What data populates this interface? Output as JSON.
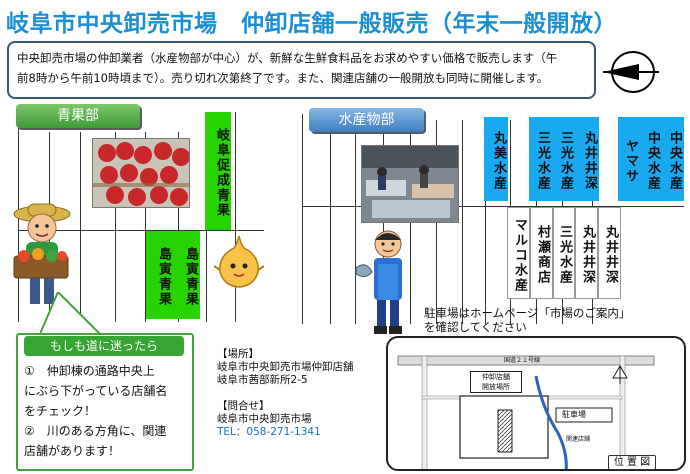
{
  "title": "岐阜市中央卸売市場　仲卸店舗一般販売（年末一般開放）",
  "intro": {
    "line1": "中央卸売市場の仲卸業者（水産物部が中心）が、新鮮な生鮮食料品をお求めやすい価格で販売します（午",
    "line2": "前8時から午前10時頃まで）。売り切れ次第終了です。また、関連店舗の一般開放も同時に開催します。"
  },
  "sections": {
    "produce_label": "青果部",
    "seafood_label": "水産物部"
  },
  "produce_shops": [
    "岐阜促成青果",
    "島寅青果",
    "島寅青果"
  ],
  "seafood_shops_top": [
    "丸美水産",
    "三光水産",
    "三光水産",
    "丸井井深",
    "ヤマサ",
    "中央水産",
    "中央水産"
  ],
  "seafood_shops_bottom": [
    "マルコ水産",
    "村瀬商店",
    "三光水産",
    "丸井井深",
    "丸井井深"
  ],
  "lost": {
    "heading": "もしも道に迷ったら",
    "tip1_l1": "①　仲卸棟の通路中央上",
    "tip1_l2": "にぶら下がっている店舗名",
    "tip1_l3": "をチェック！",
    "tip2_l1": "②　川のある方角に、関連",
    "tip2_l2": "店舗があります！"
  },
  "info": {
    "place_h": "【場所】",
    "place_1": "岐阜市中央卸売市場仲卸店舗",
    "place_2": "岐阜市茜部新所2-5",
    "contact_h": "【問合せ】",
    "contact_1": "岐阜市中央卸売市場",
    "tel": "TEL：058-271-1341"
  },
  "parking": {
    "line1": "駐車場はホームページ「市場のご案内」",
    "line2": "を確認してください"
  },
  "map": {
    "road_label": "国道２１号線",
    "open_area": "仲卸店舗\n開放場所",
    "parking": "駐車場",
    "related": "関連店舗",
    "button": "位 置 図"
  },
  "colors": {
    "title": "#1b8fd2",
    "produce_green": "#27d400",
    "seafood_blue": "#19a9f0"
  }
}
